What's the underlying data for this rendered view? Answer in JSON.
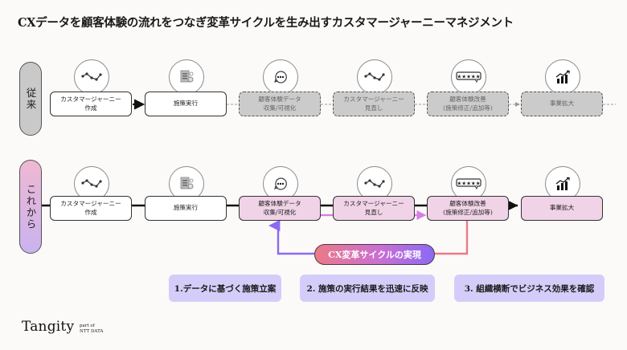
{
  "title": "CXデータを顧客体験の流れをつなぎ変革サイクルを生み出すカスタマージャーニーマネジメント",
  "lanes": {
    "old": {
      "label": "従来"
    },
    "new": {
      "label": "これから"
    }
  },
  "steps_old": [
    {
      "label": "カスタマージャーニー\n作成",
      "icon": "journey-line-icon",
      "state": "active"
    },
    {
      "label": "施策実行",
      "icon": "document-gear-icon",
      "state": "active"
    },
    {
      "label": "顧客体験データ\n収集/可視化",
      "icon": "chat-bubble-icon",
      "state": "inactive"
    },
    {
      "label": "カスタマージャーニー\n見直し",
      "icon": "journey-line-icon",
      "state": "inactive"
    },
    {
      "label": "顧客体験改善\n(施策修正/追加等)",
      "icon": "rating-stars-icon",
      "state": "inactive"
    },
    {
      "label": "事業拡大",
      "icon": "growth-chart-icon",
      "state": "inactive"
    }
  ],
  "steps_new": [
    {
      "label": "カスタマージャーニー\n作成",
      "icon": "journey-line-icon"
    },
    {
      "label": "施策実行",
      "icon": "document-gear-icon"
    },
    {
      "label": "顧客体験データ\n収集/可視化",
      "icon": "chat-bubble-icon"
    },
    {
      "label": "カスタマージャーニー\n見直し",
      "icon": "journey-line-icon"
    },
    {
      "label": "顧客体験改善\n(施策修正/追加等)",
      "icon": "rating-stars-icon"
    },
    {
      "label": "事業拡大",
      "icon": "growth-chart-icon"
    }
  ],
  "cycle_label": "CX変革サイクルの実現",
  "points": [
    "1.データに基づく施策立案",
    "2. 施策の実行結果を迅速に反映",
    "3. 組織横断でビジネス効果を確認"
  ],
  "brand": {
    "name": "Tangity",
    "sub_line1": "part of",
    "sub_line2": "NTT DATA"
  },
  "colors": {
    "cycle_left": "#8b69f3",
    "cycle_right": "#ec7a86",
    "flow_pink": "#d77fe0",
    "box_pink": "#f0d3e6",
    "box_grey": "#cbcbcb",
    "point_bg": "#d5cdf9"
  }
}
